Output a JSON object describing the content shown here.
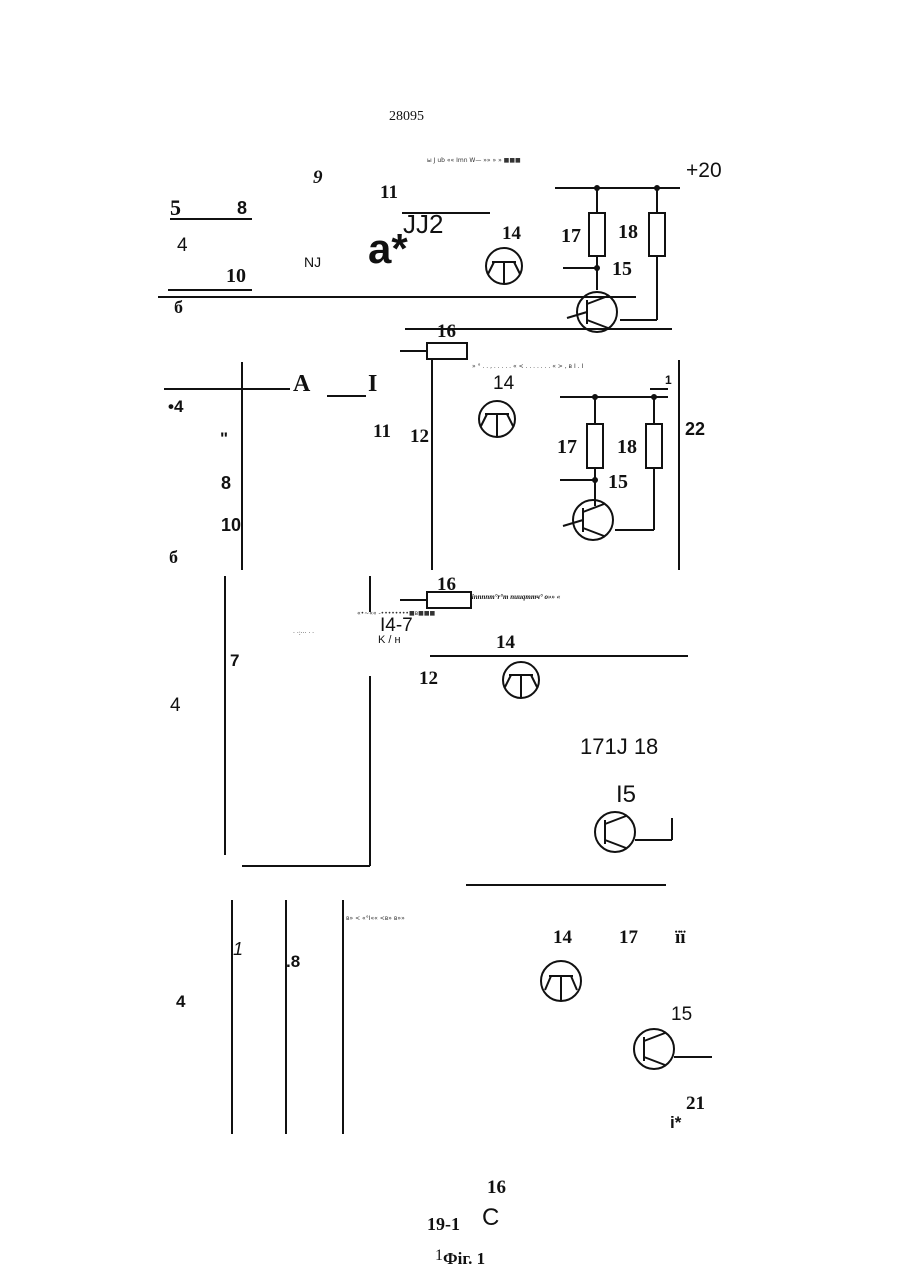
{
  "header": {
    "doc_number": "28095"
  },
  "panel1": {
    "noise_top": "ы J ub «« Imn W— »» » » ■■■",
    "l9": "9",
    "l11": "11",
    "l20": "+20",
    "l5": "5",
    "l8": "8",
    "l4": "4",
    "l10": "10",
    "l6": "б",
    "jj2": "JJ2",
    "nj": "NJ",
    "astar": "a*",
    "l14": "14",
    "l17": "17",
    "l18": "18",
    "l15": "15",
    "l16": "16"
  },
  "panel2": {
    "noise_top": "» ° . . , . . . . . « < . . . . . . . « > , в I . I",
    "la": "A",
    "li": "I",
    "l4": "•4",
    "lquote": "\"",
    "l11": "11",
    "l12": "12",
    "l14": "14",
    "l22": "22",
    "l17": "17",
    "l18": "18",
    "l15": "15",
    "l8": "8",
    "l10": "10",
    "l6": "б",
    "l1": "1"
  },
  "panel3": {
    "l16": "16",
    "noise_mid": ".innnnm°r°m nuuqmmч° o»» «",
    "noise_small": "«•~«« -••••••••■в■■■",
    "noise_left": "· ·:··· · ·",
    "l147": "I4-7",
    "lku": "K / н",
    "l7": "7",
    "l4": "4",
    "l14": "14",
    "l12": "12",
    "l17j18": "171J 18",
    "l15": "I5"
  },
  "panel4": {
    "noise": "в» < «°I«« <в» в»»",
    "l1": "1",
    "l8": ".8",
    "l4": "4",
    "l14": "14",
    "l17": "17",
    "lii": "ïï",
    "l15": "15",
    "l21": "21",
    "listar": "i*"
  },
  "footer": {
    "l16": "16",
    "l191": "19-1",
    "lc": "C",
    "l1b": "1",
    "fig": "Фіг. 1"
  }
}
